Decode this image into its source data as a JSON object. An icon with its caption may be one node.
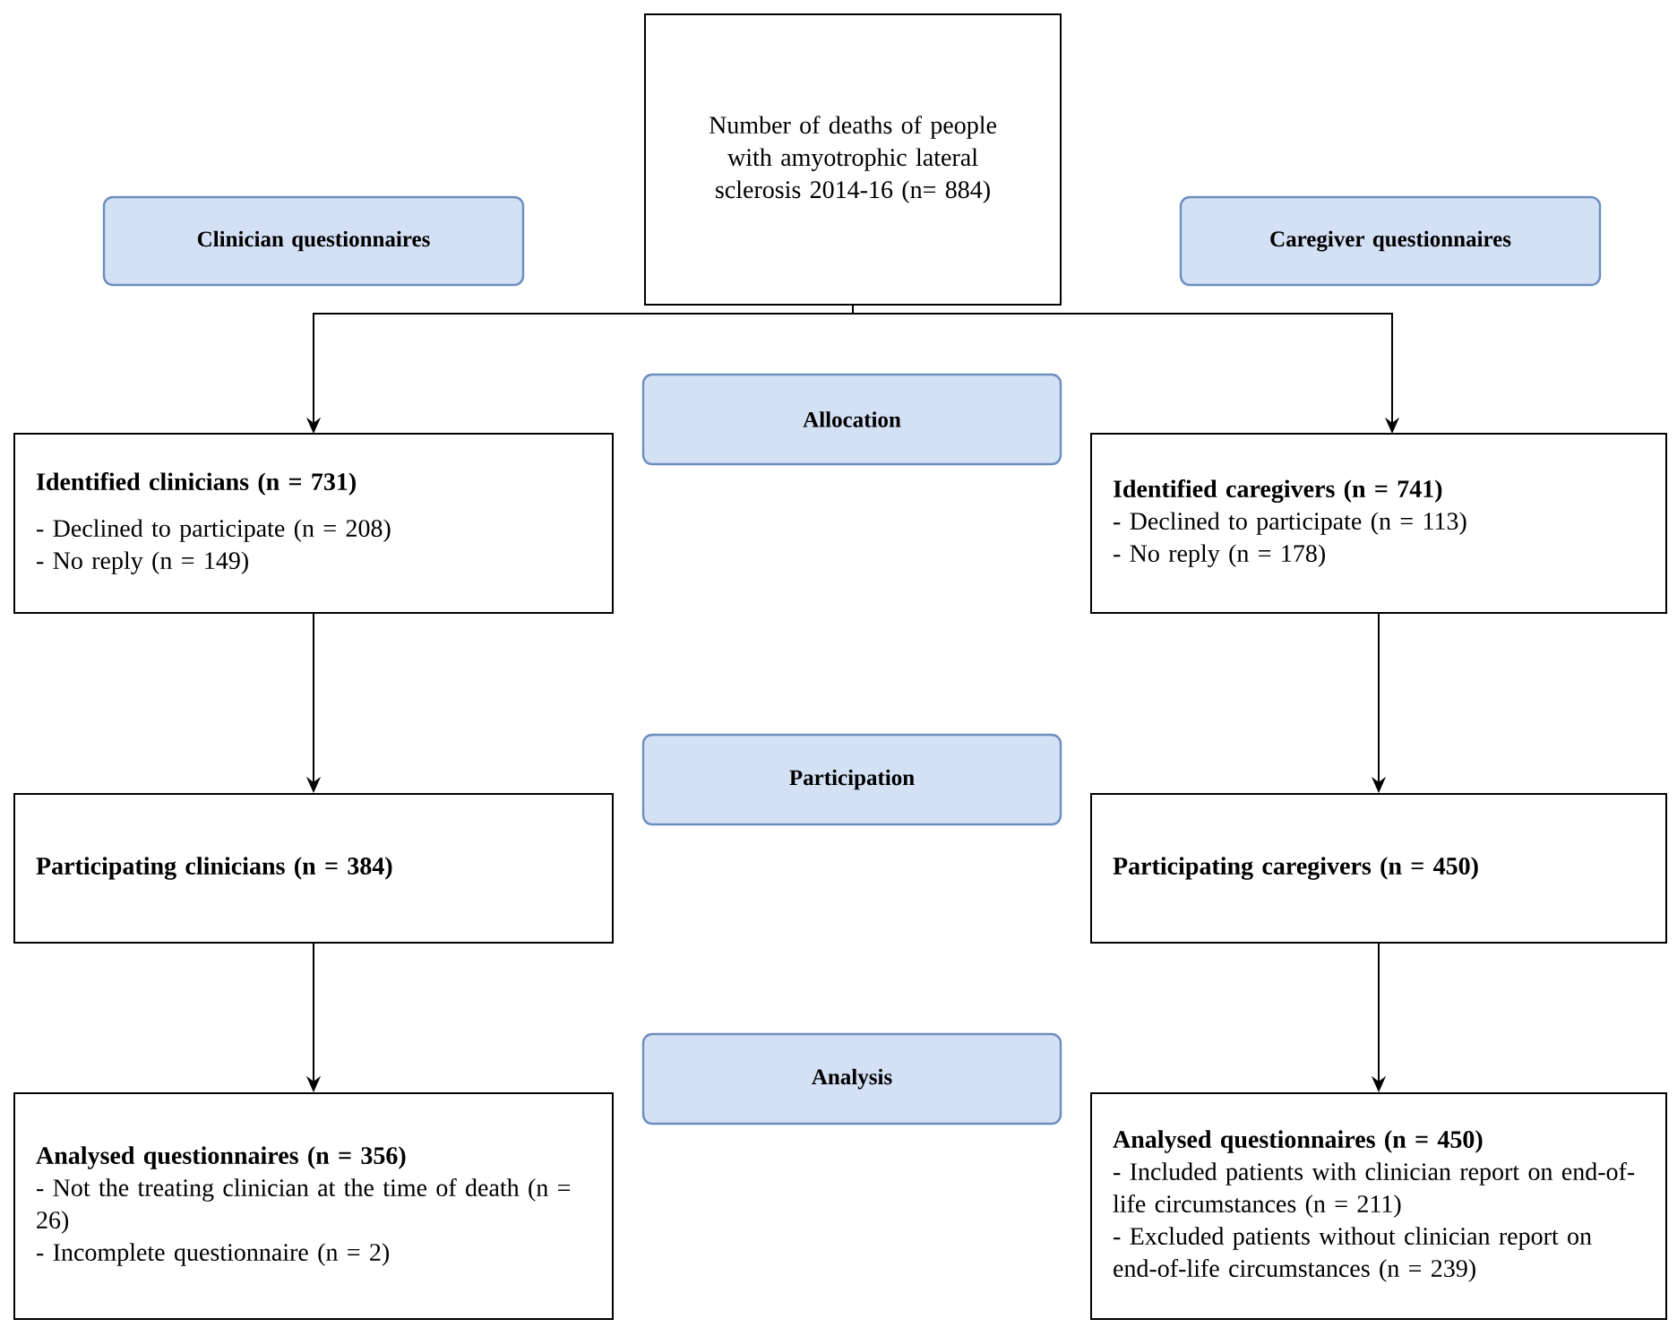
{
  "diagram": {
    "nodes": [
      {
        "text": [
          "Number of deaths of people with amyotrophic lateral sclerosis 2014-16 (n= 884)"
        ]
      },
      {
        "text": [
          "Clinician questionnaires"
        ]
      },
      {
        "text": [
          "Caregiver questionnaires"
        ]
      },
      {
        "text": [
          "Allocation"
        ]
      },
      {
        "text": [
          "Identified clinicians (n = 731)",
          "- Declined to participate (n = 208)",
          "- No reply (n = 149)"
        ]
      },
      {
        "text": [
          "Identified caregivers (n = 741)",
          "- Declined to participate (n = 113)",
          "- No reply (n = 178)"
        ]
      },
      {
        "text": [
          "Participation"
        ]
      },
      {
        "text": [
          "Participating clinicians (n = 384)"
        ]
      },
      {
        "text": [
          "Participating caregivers (n = 450)"
        ]
      },
      {
        "text": [
          "Analysis"
        ]
      },
      {
        "text": [
          "Analysed questionnaires (n = 356)",
          "- Not the treating clinician at the time of death (n = 26)",
          "- Incomplete questionnaire (n = 2)"
        ]
      },
      {
        "text": [
          "Analysed questionnaires (n = 450)",
          "- Included patients with clinician report on end-of-life circumstances (n = 211)",
          "- Excluded patients without clinician report on end-of-life circumstances (n = 239)"
        ]
      }
    ],
    "edges": [
      {
        "from": 0,
        "to": 4,
        "arrow": "to"
      },
      {
        "from": 0,
        "to": 5,
        "arrow": "to"
      },
      {
        "from": 4,
        "to": 7,
        "arrow": "to"
      },
      {
        "from": 5,
        "to": 8,
        "arrow": "to"
      },
      {
        "from": 7,
        "to": 10,
        "arrow": "to"
      },
      {
        "from": 8,
        "to": 11,
        "arrow": "to"
      }
    ]
  }
}
